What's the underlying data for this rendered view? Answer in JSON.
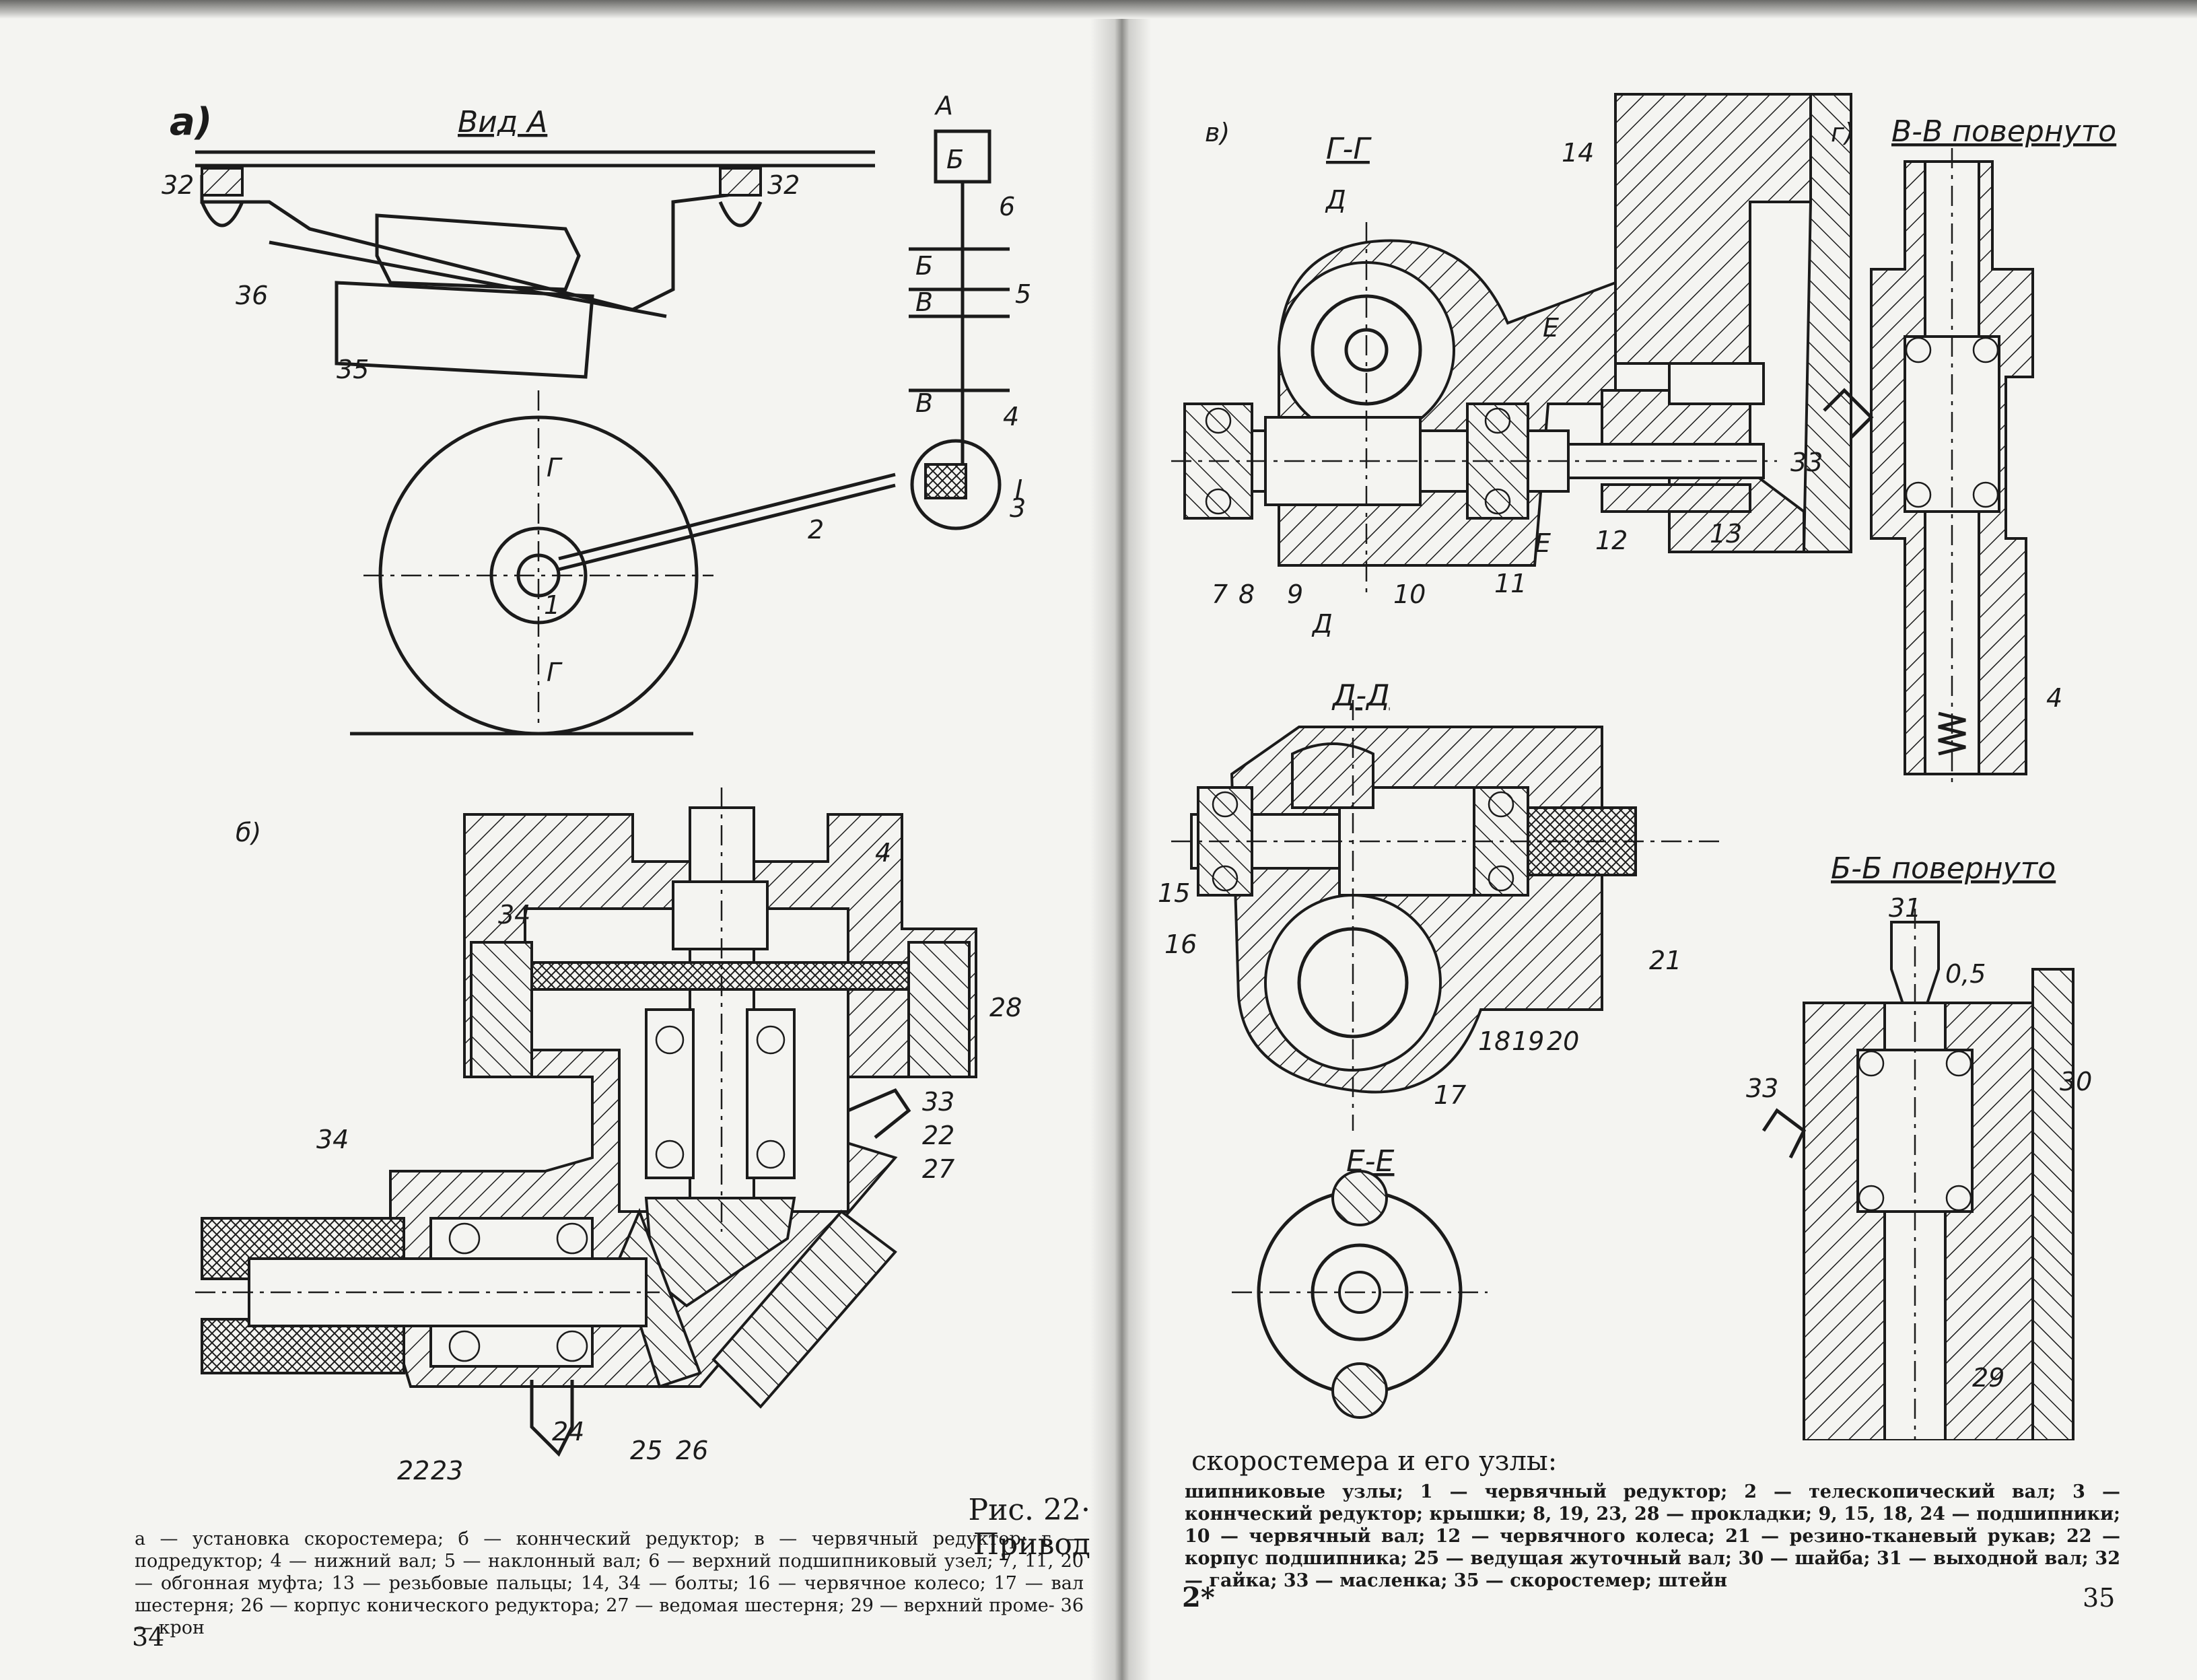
{
  "left_page": {
    "page_number": "34",
    "figure_title": "Рис. 22· Привод",
    "caption": "а — установка скоростемера; б — коннческий редуктор; в — червячный редуктор; г — подредуктор; 4 — нижний вал; 5 — наклонный вал; 6 — верхний подшипниковый узел; 7, 11, 20 — обгонная муфта; 13 — резьбовые пальцы; 14, 34 — болты; 16 — червячное колесо; 17 — вал шестерня; 26 — корпус конического редуктора; 27 — ведомая шестерня; 29 — верхний проме- 36 — крон",
    "view_a": {
      "panel_label": "а)",
      "section_title": "Вид А",
      "labels": [
        "32",
        "32",
        "36",
        "35",
        "1",
        "2",
        "3",
        "I",
        "4",
        "5",
        "6",
        "А",
        "Б",
        "Б",
        "В",
        "В",
        "Г",
        "Г"
      ]
    },
    "view_b": {
      "panel_label": "б)",
      "labels": [
        "4",
        "34",
        "28",
        "33",
        "22",
        "27",
        "34",
        "22",
        "23",
        "24",
        "25",
        "26"
      ]
    }
  },
  "right_page": {
    "page_number": "35",
    "signature_mark": "2*",
    "caption_heading": "скоростемера и его узлы:",
    "caption": "шипниковые узлы; 1 — червячный редуктор; 2 — телескопический вал; 3 — коннческий редуктор; крышки; 8, 19, 23, 28 — прокладки; 9, 15, 18, 24 — подшипники; 10 — червячный вал; 12 — червячного колеса; 21 — резино-тканевый рукав; 22 — корпус подшипника; 25 — ведущая жуточный вал; 30 — шайба; 31 — выходной вал; 32 — гайка; 33 — масленка; 35 — скоростемер; штейн",
    "view_v": {
      "panel_label": "в)",
      "sections": [
        "Г-Г",
        "Д-Д",
        "Е-Е"
      ],
      "labels": [
        "14",
        "Д",
        "Д",
        "Е",
        "Е",
        "7",
        "8",
        "9",
        "10",
        "11",
        "12",
        "13",
        "15",
        "16",
        "17",
        "18",
        "19",
        "20",
        "21"
      ]
    },
    "view_g": {
      "panel_label": "г)",
      "sections": [
        "В-В повернуто",
        "Б-Б повернуто"
      ],
      "labels": [
        "33",
        "4",
        "31",
        "0,5",
        "33",
        "30",
        "29"
      ]
    }
  },
  "colors": {
    "paper": "#f4f4f1",
    "ink": "#1b1b1b",
    "gutter": "#8d8d8a"
  }
}
